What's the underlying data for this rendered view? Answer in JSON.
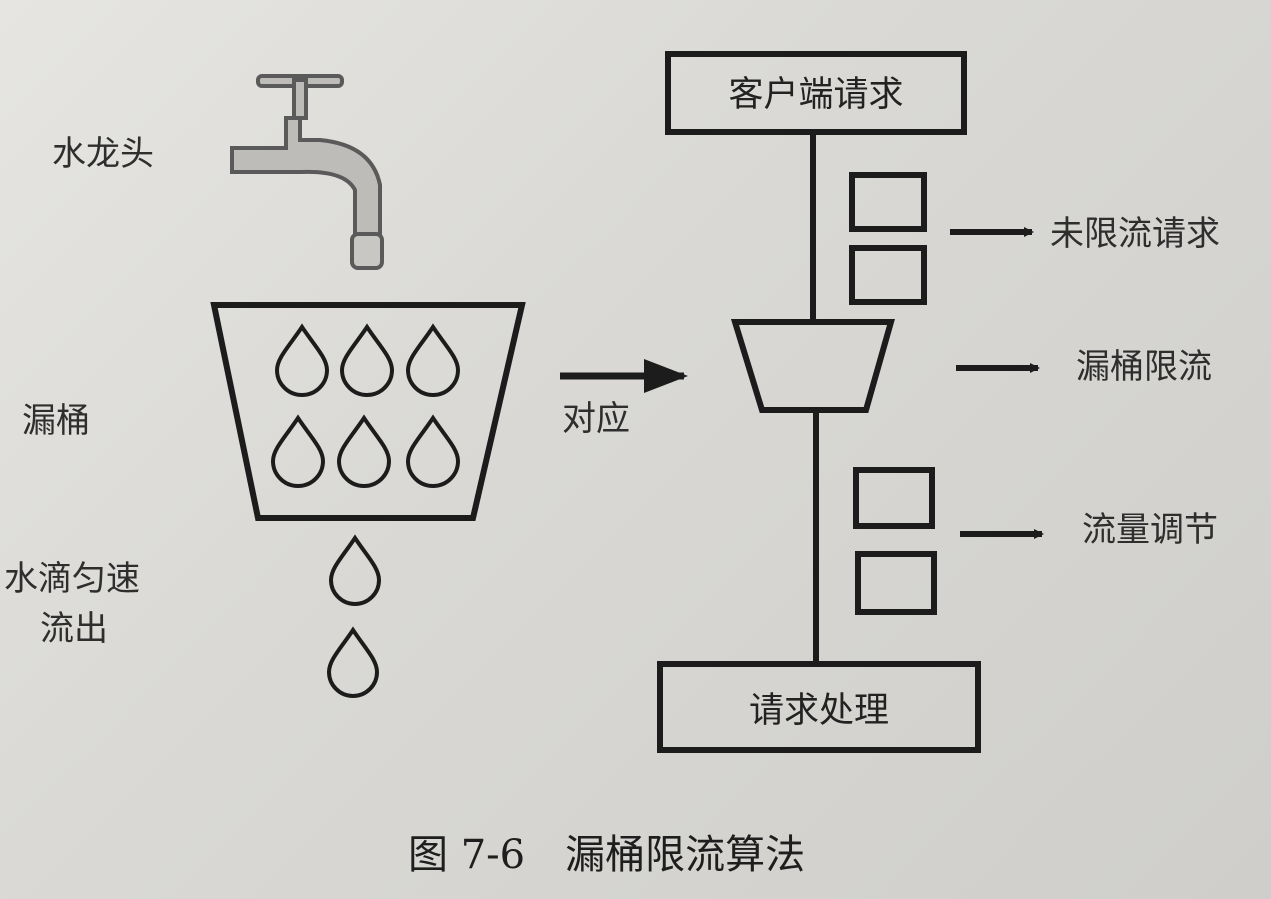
{
  "diagram": {
    "left_labels": {
      "faucet": "水龙头",
      "bucket": "漏桶",
      "drip_line1": "水滴匀速",
      "drip_line2": "流出"
    },
    "arrow_label": "对应",
    "boxes": {
      "client_request": "客户端请求",
      "request_processing": "请求处理"
    },
    "right_labels": {
      "unlimited_request": "未限流请求",
      "leaky_bucket_limit": "漏桶限流",
      "flow_regulation": "流量调节"
    },
    "caption": "图 7-6　漏桶限流算法"
  }
}
